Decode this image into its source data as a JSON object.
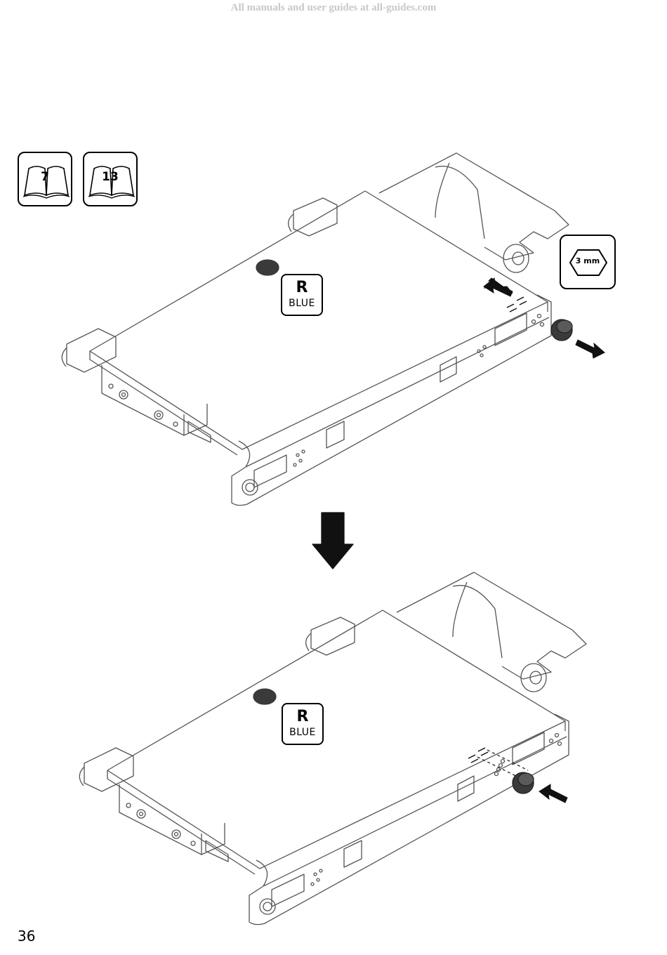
{
  "watermark": "All manuals and user guides at all-guides.com",
  "page_number": "36",
  "references": [
    {
      "label": "7"
    },
    {
      "label": "13"
    }
  ],
  "tool": {
    "label": "3 mm",
    "icon": "hex-key-icon"
  },
  "tags": [
    {
      "letter": "R",
      "color_name": "BLUE"
    },
    {
      "letter": "R",
      "color_name": "BLUE"
    }
  ],
  "colors": {
    "line": "#555555",
    "knob": "#3a3a3a",
    "arrow": "#111111"
  }
}
